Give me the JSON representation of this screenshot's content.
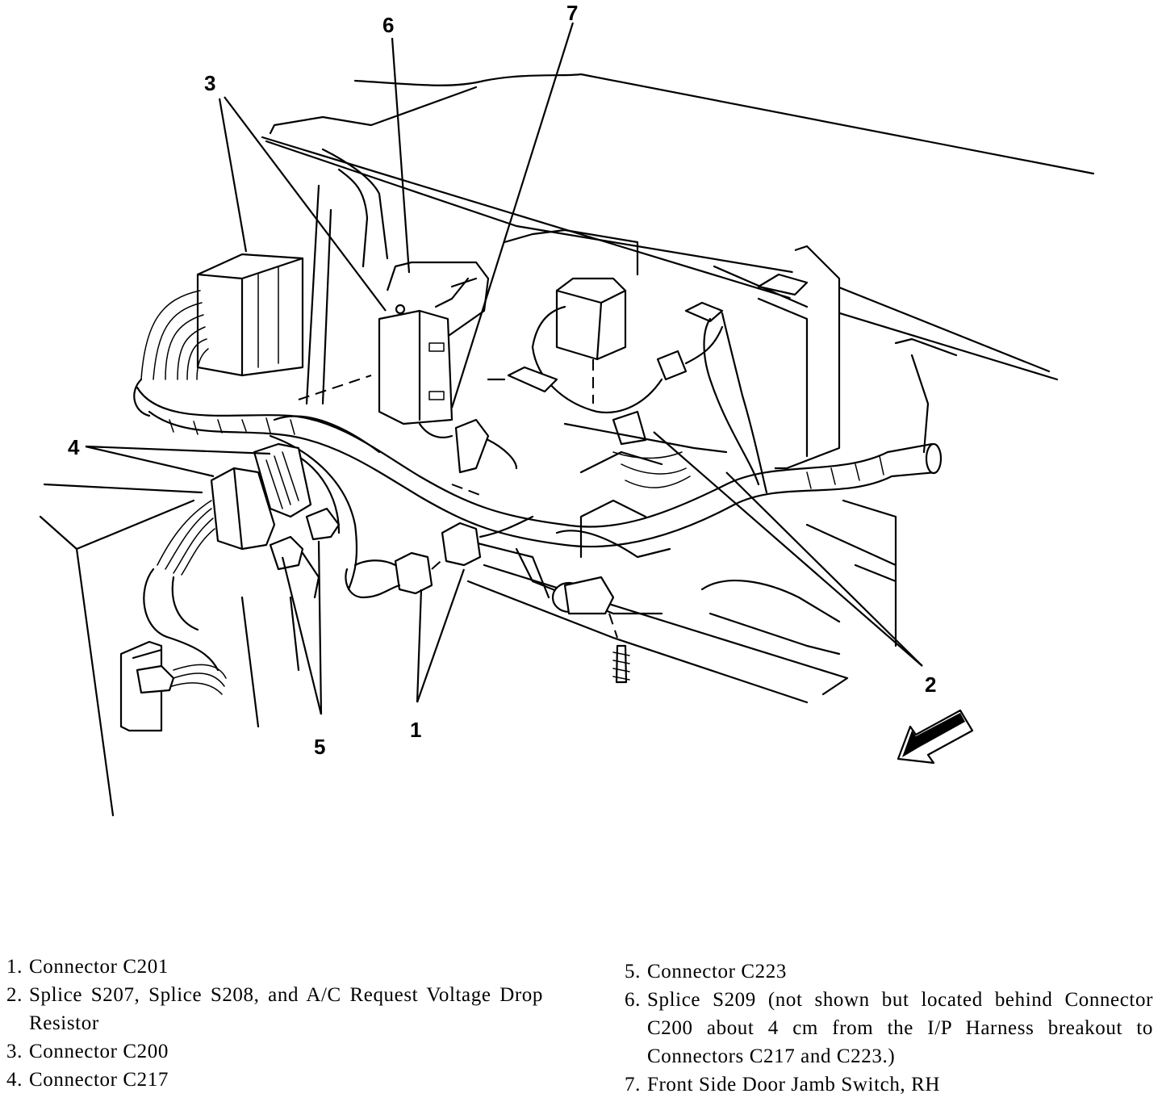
{
  "callouts": [
    {
      "id": "1",
      "label": "1"
    },
    {
      "id": "2",
      "label": "2"
    },
    {
      "id": "3",
      "label": "3"
    },
    {
      "id": "4",
      "label": "4"
    },
    {
      "id": "5",
      "label": "5"
    },
    {
      "id": "6",
      "label": "6"
    },
    {
      "id": "7",
      "label": "7"
    }
  ],
  "legend": {
    "left": [
      {
        "num": "1.",
        "text": "Connector C201"
      },
      {
        "num": "2.",
        "text": "Splice S207, Splice S208, and A/C Request Voltage Drop Resistor"
      },
      {
        "num": "3.",
        "text": "Connector C200"
      },
      {
        "num": "4.",
        "text": "Connector C217"
      }
    ],
    "right": [
      {
        "num": "5.",
        "text": "Connector C223"
      },
      {
        "num": "6.",
        "text": "Splice S209 (not shown but located behind Connector C200 about 4 cm from the I/P Harness breakout to Connectors C217 and C223.)"
      },
      {
        "num": "7.",
        "text": "Front Side Door Jamb Switch, RH"
      }
    ]
  },
  "icons": {
    "direction_arrow": "front-direction-arrow-icon"
  }
}
